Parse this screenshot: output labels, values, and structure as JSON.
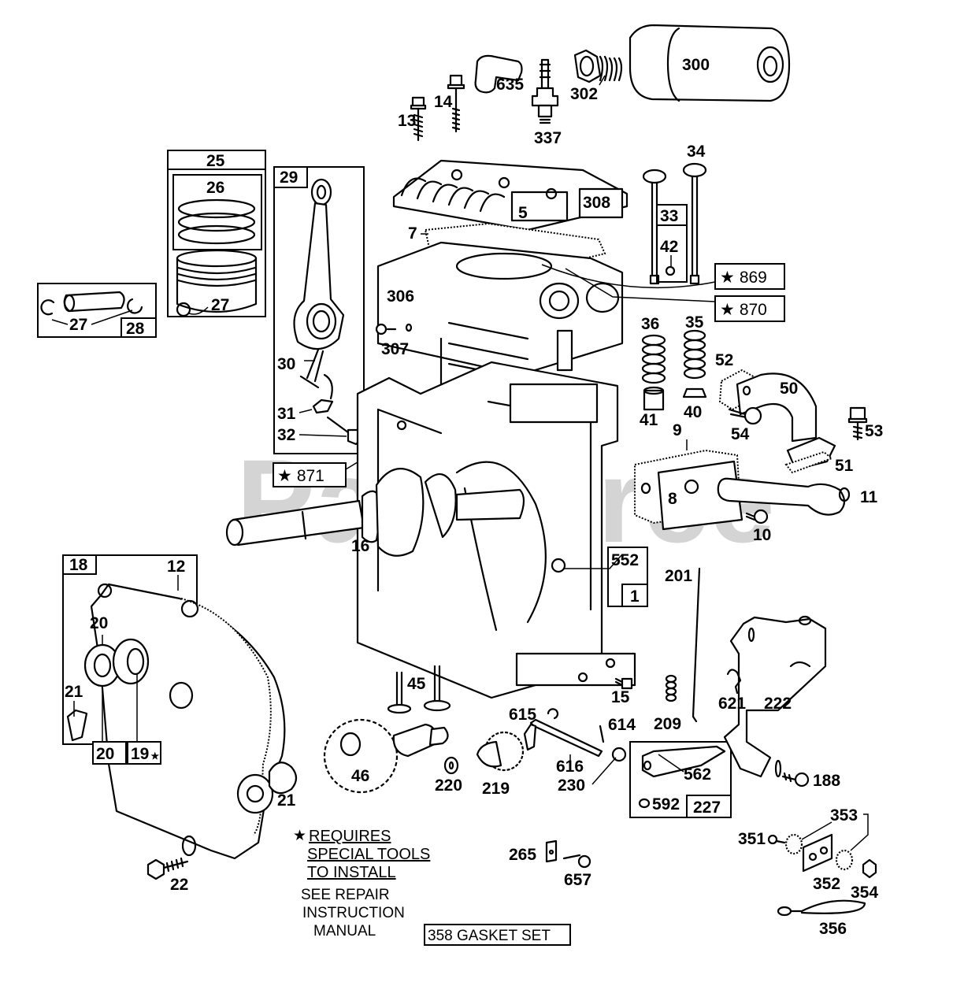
{
  "diagram": {
    "watermark": "PartsTree",
    "colors": {
      "ink": "#000000",
      "background": "#ffffff",
      "watermark": "#d4d4d4"
    },
    "labels": {
      "p300": "300",
      "p302": "302",
      "p635": "635",
      "p337": "337",
      "p13": "13",
      "p14": "14",
      "p25": "25",
      "p26": "26",
      "p27a": "27",
      "p27b": "27",
      "p28": "28",
      "p29": "29",
      "p30": "30",
      "p31": "31",
      "p32": "32",
      "p5": "5",
      "p308": "308",
      "p7": "7",
      "p306": "306",
      "p307": "307",
      "p34": "34",
      "p33": "33",
      "p42": "42",
      "p869": "869",
      "p870": "870",
      "p871": "871",
      "p36": "36",
      "p35": "35",
      "p41": "41",
      "p40": "40",
      "p52": "52",
      "p50": "50",
      "p53": "53",
      "p54": "54",
      "p9": "9",
      "p8": "8",
      "p51": "51",
      "p11": "11",
      "p10": "10",
      "p16": "16",
      "p552": "552",
      "p1": "1",
      "p201": "201",
      "p18": "18",
      "p12": "12",
      "p20a": "20",
      "p20b": "20",
      "p19": "19",
      "p21a": "21",
      "p21b": "21",
      "p22": "22",
      "p45": "45",
      "p46": "46",
      "p220": "220",
      "p219": "219",
      "p615": "615",
      "p614": "614",
      "p616": "616",
      "p230": "230",
      "p15": "15",
      "p209": "209",
      "p562": "562",
      "p592": "592",
      "p227": "227",
      "p621": "621",
      "p222": "222",
      "p188": "188",
      "p265": "265",
      "p657": "657",
      "p353": "353",
      "p351": "351",
      "p352": "352",
      "p354": "354",
      "p356": "356"
    },
    "note": {
      "star": "★",
      "line1": "REQUIRES",
      "line2": "SPECIAL TOOLS",
      "line3": "TO INSTALL",
      "line4": "SEE REPAIR",
      "line5": "INSTRUCTION",
      "line6": "MANUAL"
    },
    "gasket_set": "358 GASKET SET"
  }
}
